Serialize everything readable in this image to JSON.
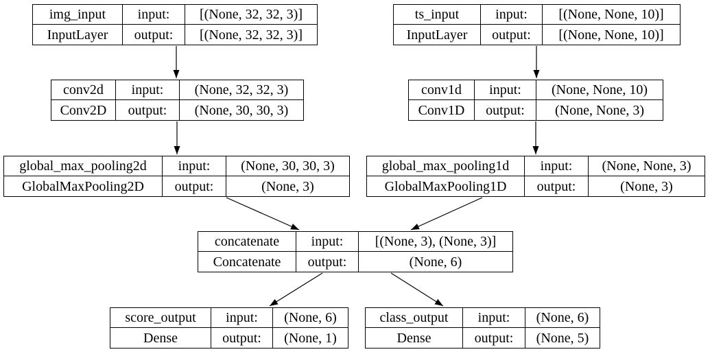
{
  "diagram": {
    "kind": "keras-model-architecture",
    "background_color": "#ffffff",
    "node_border_color": "#000000",
    "text_color": "#000000",
    "arrow_color": "#000000"
  },
  "labels": {
    "input": "input:",
    "output": "output:"
  },
  "nodes": [
    {
      "name": "img_input",
      "type": "InputLayer",
      "input_shape": "[(None, 32, 32, 3)]",
      "output_shape": "[(None, 32, 32, 3)]"
    },
    {
      "name": "ts_input",
      "type": "InputLayer",
      "input_shape": "[(None, None, 10)]",
      "output_shape": "[(None, None, 10)]"
    },
    {
      "name": "conv2d",
      "type": "Conv2D",
      "input_shape": "(None, 32, 32, 3)",
      "output_shape": "(None, 30, 30, 3)"
    },
    {
      "name": "conv1d",
      "type": "Conv1D",
      "input_shape": "(None, None, 10)",
      "output_shape": "(None, None, 3)"
    },
    {
      "name": "global_max_pooling2d",
      "type": "GlobalMaxPooling2D",
      "input_shape": "(None, 30, 30, 3)",
      "output_shape": "(None, 3)"
    },
    {
      "name": "global_max_pooling1d",
      "type": "GlobalMaxPooling1D",
      "input_shape": "(None, None, 3)",
      "output_shape": "(None, 3)"
    },
    {
      "name": "concatenate",
      "type": "Concatenate",
      "input_shape": "[(None, 3), (None, 3)]",
      "output_shape": "(None, 6)"
    },
    {
      "name": "score_output",
      "type": "Dense",
      "input_shape": "(None, 6)",
      "output_shape": "(None, 1)"
    },
    {
      "name": "class_output",
      "type": "Dense",
      "input_shape": "(None, 6)",
      "output_shape": "(None, 5)"
    }
  ],
  "edges": [
    {
      "from": "img_input",
      "to": "conv2d"
    },
    {
      "from": "ts_input",
      "to": "conv1d"
    },
    {
      "from": "conv2d",
      "to": "global_max_pooling2d"
    },
    {
      "from": "conv1d",
      "to": "global_max_pooling1d"
    },
    {
      "from": "global_max_pooling2d",
      "to": "concatenate"
    },
    {
      "from": "global_max_pooling1d",
      "to": "concatenate"
    },
    {
      "from": "concatenate",
      "to": "score_output"
    },
    {
      "from": "concatenate",
      "to": "class_output"
    }
  ]
}
